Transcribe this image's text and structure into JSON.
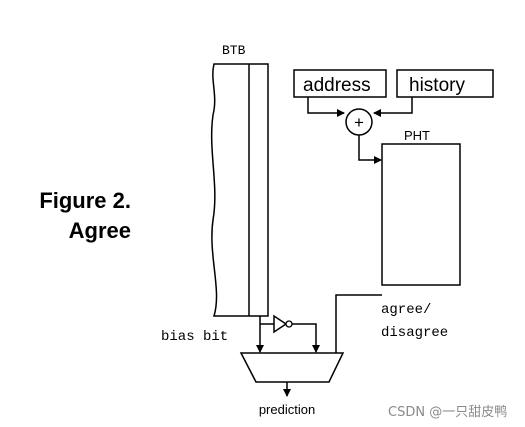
{
  "figure": {
    "label_line1": "Figure 2.",
    "label_line2": "Agree"
  },
  "diagram": {
    "btb_label": "BTB",
    "address_label": "address",
    "history_label": "history",
    "adder_symbol": "+",
    "pht_label": "PHT",
    "agree_line1": "agree/",
    "agree_line2": "disagree",
    "bias_bit_label": "bias bit",
    "prediction_label": "prediction"
  },
  "watermark": "CSDN @一只甜皮鸭"
}
